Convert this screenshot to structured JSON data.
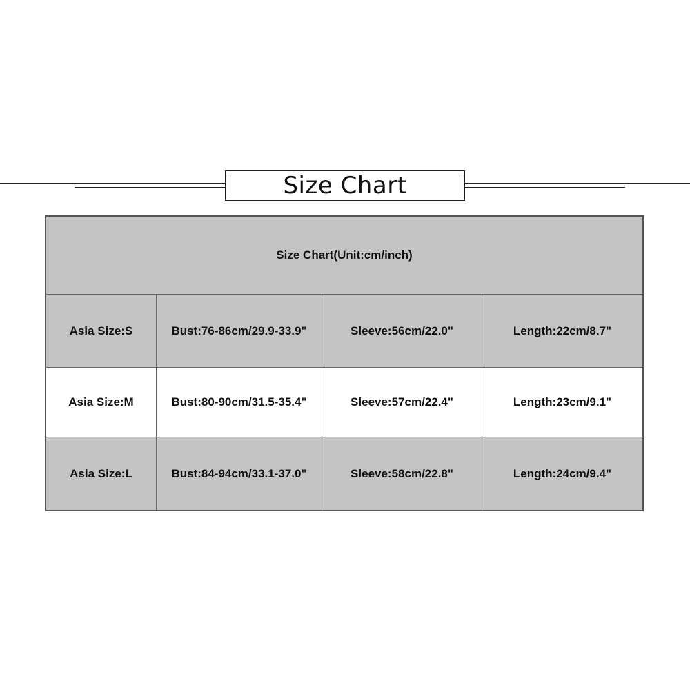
{
  "banner": {
    "title": "Size Chart"
  },
  "table": {
    "header": "Size Chart(Unit:cm/inch)",
    "rows": [
      {
        "size": "Asia Size:S",
        "bust": "Bust:76-86cm/29.9-33.9\"",
        "sleeve": "Sleeve:56cm/22.0\"",
        "length": "Length:22cm/8.7\""
      },
      {
        "size": "Asia Size:M",
        "bust": "Bust:80-90cm/31.5-35.4\"",
        "sleeve": "Sleeve:57cm/22.4\"",
        "length": "Length:23cm/9.1\""
      },
      {
        "size": "Asia Size:L",
        "bust": "Bust:84-94cm/33.1-37.0\"",
        "sleeve": "Sleeve:58cm/22.8\"",
        "length": "Length:24cm/9.4\""
      }
    ]
  },
  "colors": {
    "row_gray": "#c4c4c4",
    "row_white": "#ffffff",
    "border": "#555555",
    "text": "#111111"
  }
}
